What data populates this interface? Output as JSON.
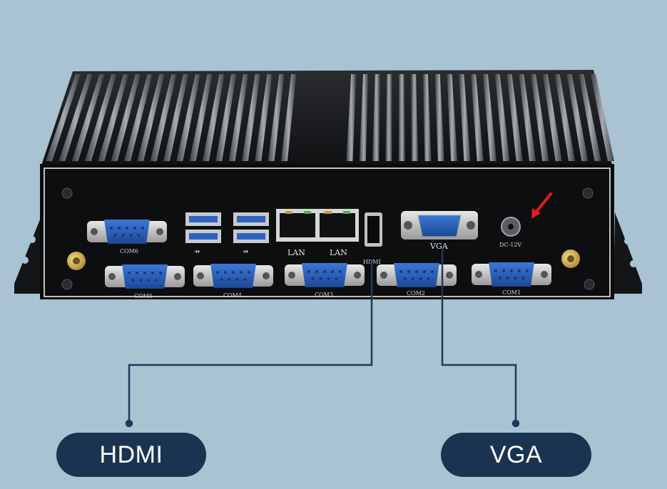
{
  "labels": {
    "hdmi_callout": "HDMI",
    "vga_callout": "VGA"
  },
  "ports": {
    "com6": "COM6",
    "com5": "COM5",
    "com4": "COM4",
    "com3": "COM3",
    "com2": "COM2",
    "com1": "COM1",
    "lan1": "LAN",
    "lan2": "LAN",
    "hdmi": "HDMI",
    "vga": "VGA",
    "dc": "DC-12V"
  },
  "colors": {
    "background": "#a9c3d3",
    "callout": "#1a3350",
    "connector_blue": "#2a5db0",
    "arrow": "#e21d1d"
  }
}
